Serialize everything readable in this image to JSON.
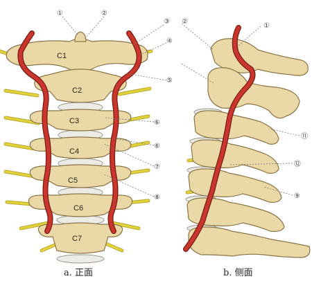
{
  "colors": {
    "bone": "#ead9a6",
    "bone_edge": "#8a7445",
    "bone_shadow": "#c7b37a",
    "disc": "#ecebe6",
    "artery": "#c8362c",
    "artery_edge": "#7a1a14",
    "nerve": "#e2d33a",
    "leader": "#777777"
  },
  "front_view": {
    "caption": "a. 正面",
    "vertebra_labels": [
      "C1",
      "C2",
      "C3",
      "C4",
      "C5",
      "C6",
      "C7"
    ]
  },
  "side_view": {
    "caption": "b. 侧面"
  },
  "callouts": [
    "①",
    "②",
    "③",
    "④",
    "⑤",
    "⑥",
    "⑥",
    "⑦",
    "⑧",
    "①",
    "②",
    "⑪",
    "⑫",
    "⑨"
  ]
}
